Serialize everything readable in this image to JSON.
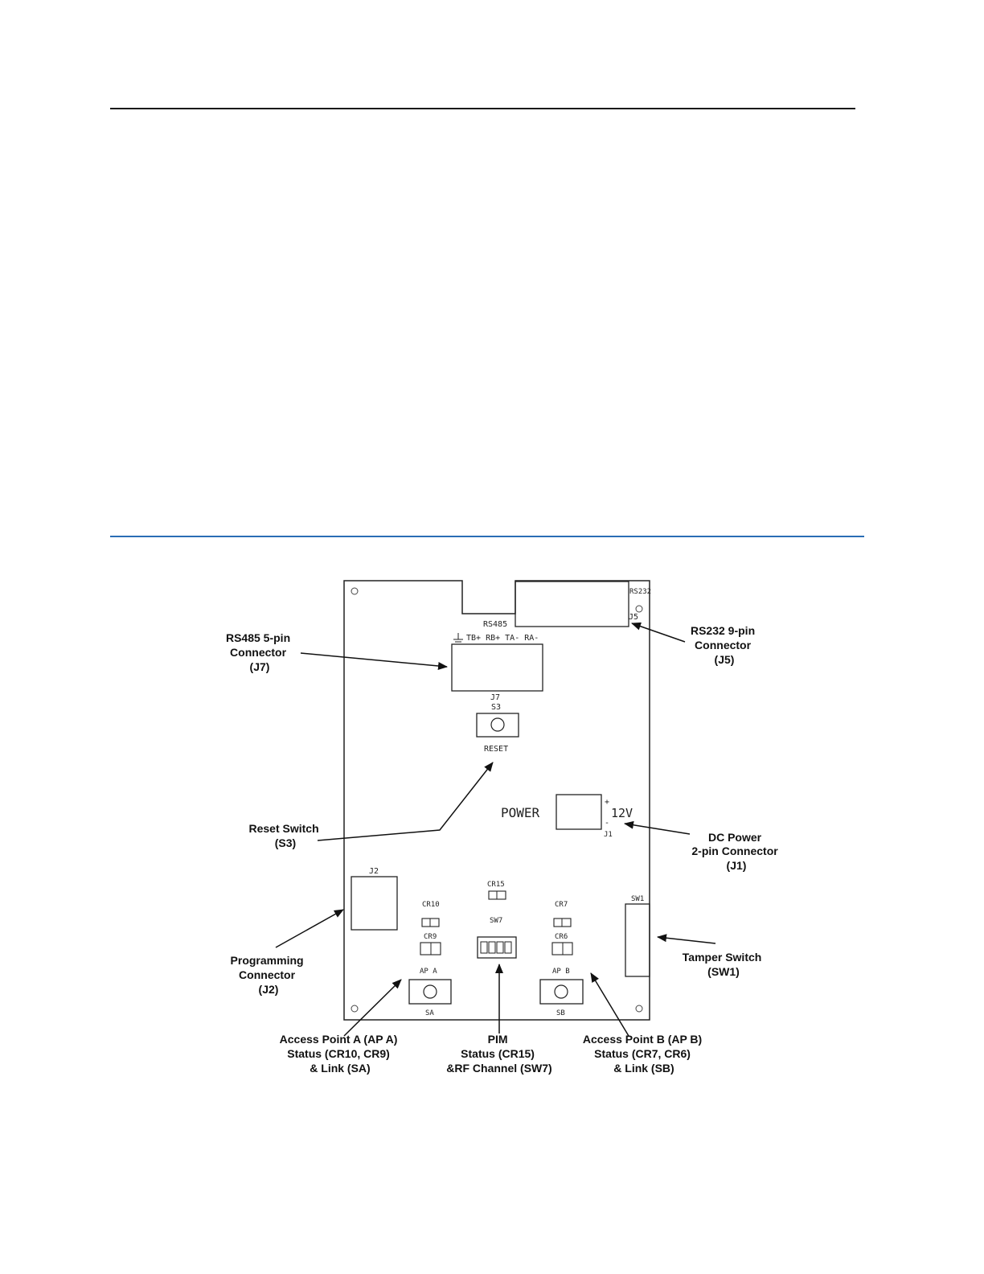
{
  "silkscreen": {
    "rs232": "RS232",
    "j5": "J5",
    "rs485": "RS485",
    "rs485_pins": "TB+ RB+ TA- RA-",
    "j7": "J7",
    "s3": "S3",
    "reset": "RESET",
    "power": "POWER",
    "plus": "+",
    "volt": "12V",
    "minus": "-",
    "j1": "J1",
    "j2": "J2",
    "cr15": "CR15",
    "sw7": "SW7",
    "cr10": "CR10",
    "cr9": "CR9",
    "cr7": "CR7",
    "cr6": "CR6",
    "apa": "AP A",
    "apb": "AP B",
    "sa": "SA",
    "sb": "SB",
    "sw1": "SW1"
  },
  "callouts": {
    "rs485": [
      "RS485 5-pin",
      "Connector",
      "(J7)"
    ],
    "rs232": [
      "RS232 9-pin",
      "Connector",
      "(J5)"
    ],
    "reset": [
      "Reset Switch",
      "(S3)"
    ],
    "dcpower": [
      "DC Power",
      "2-pin Connector",
      "(J1)"
    ],
    "programming": [
      "Programming",
      "Connector",
      "(J2)"
    ],
    "tamper": [
      "Tamper Switch",
      "(SW1)"
    ],
    "apa": [
      "Access Point A (AP A)",
      "Status (CR10, CR9)",
      "& Link (SA)"
    ],
    "pim": [
      "PIM",
      "Status (CR15)",
      "&RF Channel (SW7)"
    ],
    "apb": [
      "Access Point B (AP B)",
      "Status (CR7, CR6)",
      "& Link (SB)"
    ]
  }
}
